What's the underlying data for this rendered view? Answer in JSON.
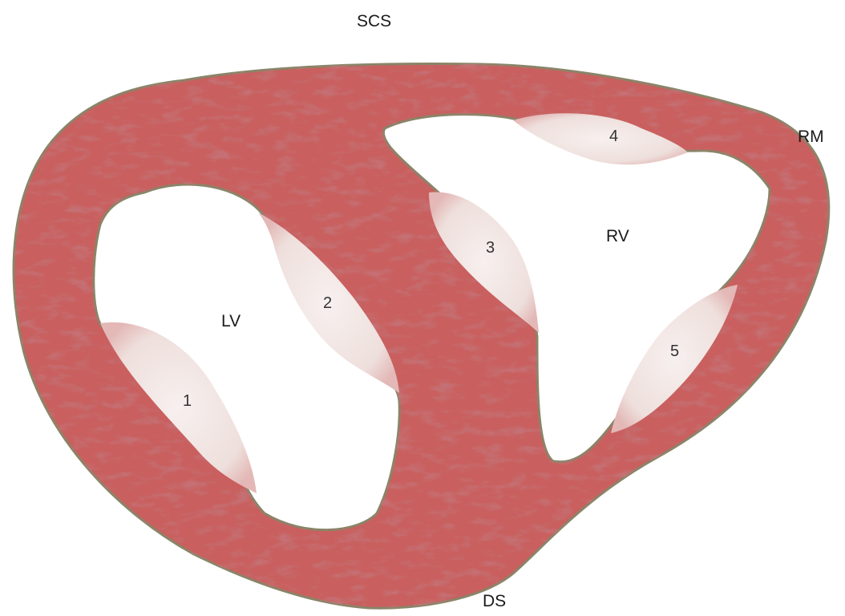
{
  "labels": {
    "scs": "SCS",
    "ds": "DS",
    "rm": "RM",
    "lv": "LV",
    "rv": "RV"
  },
  "segments": [
    "1",
    "2",
    "3",
    "4",
    "5"
  ],
  "colors": {
    "myocardium": "#c9605f",
    "myocardium_border": "#8a8468",
    "fat_pad": "#f1e6e4",
    "fiber": "#9e3d3f",
    "cavity": "#ffffff"
  }
}
